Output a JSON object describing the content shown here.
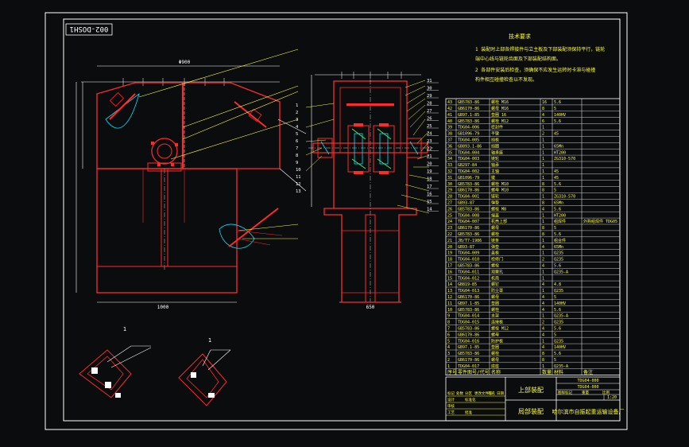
{
  "drawing": {
    "code_box": "002-DOSH1",
    "title_main": "上部装配",
    "title_sub": "局部装配",
    "company": "哈尔滨市自振起重运输设备厂",
    "scale": "1:20",
    "detail_labels": [
      "1",
      "1"
    ]
  },
  "tech_requirements": {
    "heading": "技术要求",
    "lines": [
      "1 装配时上部各焊接件与立主板及下部装配须保持平行，链轮",
      "  端中心线与链轮齿面及下部装配结构面。",
      "2 各部件安装后检查，须确保不应发生运转时卡滞与碰撞",
      "  构件相互碰撞检查以不发现。"
    ]
  },
  "parts_table": {
    "header": [
      "序号",
      "零件图号/代号",
      "名称",
      "数量",
      "材料",
      "备注"
    ],
    "rows": [
      [
        "43",
        "GB5783-86",
        "螺栓 M16",
        "16",
        "5.6",
        ""
      ],
      [
        "42",
        "GB6170-86",
        "螺母 M16",
        "8",
        "5",
        ""
      ],
      [
        "41",
        "GB97.1-85",
        "垫圈 16",
        "4",
        "140HV",
        ""
      ],
      [
        "40",
        "GB5783-86",
        "螺栓 M12",
        "6",
        "5.6",
        ""
      ],
      [
        "39",
        "TDG04-006",
        "密封件",
        "1",
        "",
        ""
      ],
      [
        "38",
        "GB1096-79",
        "平键",
        "2",
        "45",
        ""
      ],
      [
        "37",
        "TDG04-005",
        "挡板",
        "1",
        "",
        ""
      ],
      [
        "36",
        "GB893.1-86",
        "挡圈",
        "1",
        "65Mn",
        ""
      ],
      [
        "35",
        "TDG04-004",
        "轴承座",
        "1",
        "HT200",
        ""
      ],
      [
        "34",
        "TDG04-003",
        "链轮",
        "1",
        "ZG310-570",
        ""
      ],
      [
        "33",
        "GB297-84",
        "轴承",
        "1",
        "",
        ""
      ],
      [
        "32",
        "TDG04-002",
        "主轴",
        "1",
        "45",
        ""
      ],
      [
        "31",
        "GB1096-79",
        "键",
        "1",
        "45",
        ""
      ],
      [
        "30",
        "GB5783-86",
        "螺栓 M10",
        "8",
        "5.6",
        ""
      ],
      [
        "29",
        "GB6170-86",
        "螺母 M10",
        "8",
        "5",
        ""
      ],
      [
        "28",
        "TDG04-001",
        "链轮",
        "1",
        "ZG310-570",
        ""
      ],
      [
        "27",
        "GB93-87",
        "弹垫",
        "8",
        "65Mn",
        ""
      ],
      [
        "26",
        "GB5783-86",
        "螺栓 M8",
        "4",
        "5.6",
        ""
      ],
      [
        "25",
        "TDG04-008",
        "端盖",
        "1",
        "HT200",
        ""
      ],
      [
        "24",
        "TDG04-007",
        "机壳上部",
        "1",
        "组焊件",
        "外购组焊件 TDG05"
      ],
      [
        "23",
        "GB6170-86",
        "螺母",
        "8",
        "5",
        ""
      ],
      [
        "22",
        "GB5783-86",
        "螺栓",
        "8",
        "5.6",
        ""
      ],
      [
        "21",
        "JB/T7-1986",
        "链条",
        "1",
        "组合件",
        ""
      ],
      [
        "20",
        "GB93-87",
        "弹垫",
        "4",
        "65Mn",
        ""
      ],
      [
        "19",
        "TDG04-009",
        "盖板",
        "1",
        "Q235",
        ""
      ],
      [
        "18",
        "TDG04-010",
        "检修门",
        "2",
        "Q235",
        ""
      ],
      [
        "17",
        "GB5783-86",
        "螺栓",
        "4",
        "5.6",
        ""
      ],
      [
        "16",
        "TDG04-011",
        "观察孔",
        "1",
        "Q235-A",
        ""
      ],
      [
        "15",
        "TDG04-012",
        "机壳",
        "1",
        "",
        ""
      ],
      [
        "14",
        "GB819-85",
        "螺钉",
        "4",
        "4.8",
        ""
      ],
      [
        "13",
        "TDG04-013",
        "防尘罩",
        "1",
        "Q235",
        ""
      ],
      [
        "12",
        "GB6170-86",
        "螺母",
        "4",
        "5",
        ""
      ],
      [
        "11",
        "GB97.1-85",
        "垫圈",
        "4",
        "140HV",
        ""
      ],
      [
        "10",
        "GB5783-86",
        "螺栓",
        "4",
        "5.6",
        ""
      ],
      [
        "9",
        "TDG04-014",
        "支架",
        "1",
        "Q235-A",
        ""
      ],
      [
        "8",
        "TDG04-015",
        "连接板",
        "2",
        "Q235",
        ""
      ],
      [
        "7",
        "GB5783-86",
        "螺栓 M12",
        "4",
        "5.6",
        ""
      ],
      [
        "6",
        "GB6170-86",
        "螺母",
        "4",
        "5",
        ""
      ],
      [
        "5",
        "TDG04-016",
        "防护板",
        "1",
        "Q235",
        ""
      ],
      [
        "4",
        "GB97.1-85",
        "垫圈",
        "4",
        "140HV",
        ""
      ],
      [
        "3",
        "GB5783-86",
        "螺栓",
        "8",
        "5.6",
        ""
      ],
      [
        "2",
        "GB6170-86",
        "螺母",
        "8",
        "5",
        ""
      ],
      [
        "1",
        "TDG04-017",
        "底座",
        "1",
        "Q235-A",
        ""
      ]
    ]
  },
  "title_block": {
    "design_code1": "TDG04-000",
    "design_code2": "TDG04-000",
    "rows": [
      [
        "标记",
        "处数",
        "分区",
        "更改文件号",
        "签名",
        "日期"
      ],
      [
        "设计",
        "",
        "标准化",
        "",
        "",
        ""
      ],
      [
        "审核",
        "",
        "",
        "",
        "",
        ""
      ],
      [
        "工艺",
        "",
        "批准",
        "",
        "",
        ""
      ]
    ],
    "right_labels": [
      "图样标记",
      "重量",
      "比例"
    ]
  },
  "callouts_right": [
    "31",
    "30",
    "29",
    "28",
    "27",
    "26",
    "25",
    "24",
    "23",
    "22",
    "21",
    "20",
    "19",
    "18",
    "17",
    "16",
    "15",
    "14"
  ],
  "callouts_left": [
    "1",
    "2",
    "3",
    "4",
    "5",
    "6",
    "7",
    "8",
    "9",
    "10",
    "11",
    "12",
    "13"
  ],
  "colors": {
    "background": "#0b0c0e",
    "frame": "#ffffff",
    "red": "#ff2a2a",
    "yellow": "#ffff33",
    "cyan": "#00e5ff"
  }
}
